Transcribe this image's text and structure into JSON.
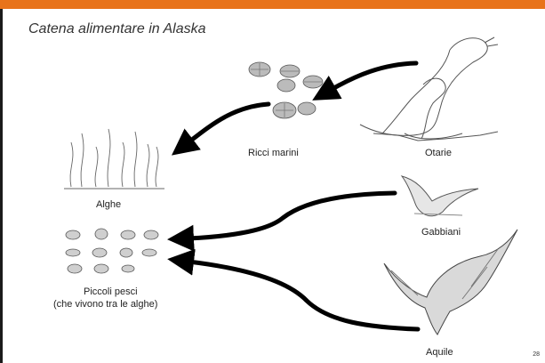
{
  "title": "Catena alimentare  in Alaska",
  "labels": {
    "ricci": "Ricci marini",
    "otarie": "Otarie",
    "alghe": "Alghe",
    "gabbiani": "Gabbiani",
    "pesci_line1": "Piccoli pesci",
    "pesci_line2": "(che vivono tra le alghe)",
    "aquile": "Aquile"
  },
  "page_number": "28",
  "colors": {
    "accent_bar": "#E8731A",
    "arrow": "#000000",
    "sketch": "#555555"
  }
}
